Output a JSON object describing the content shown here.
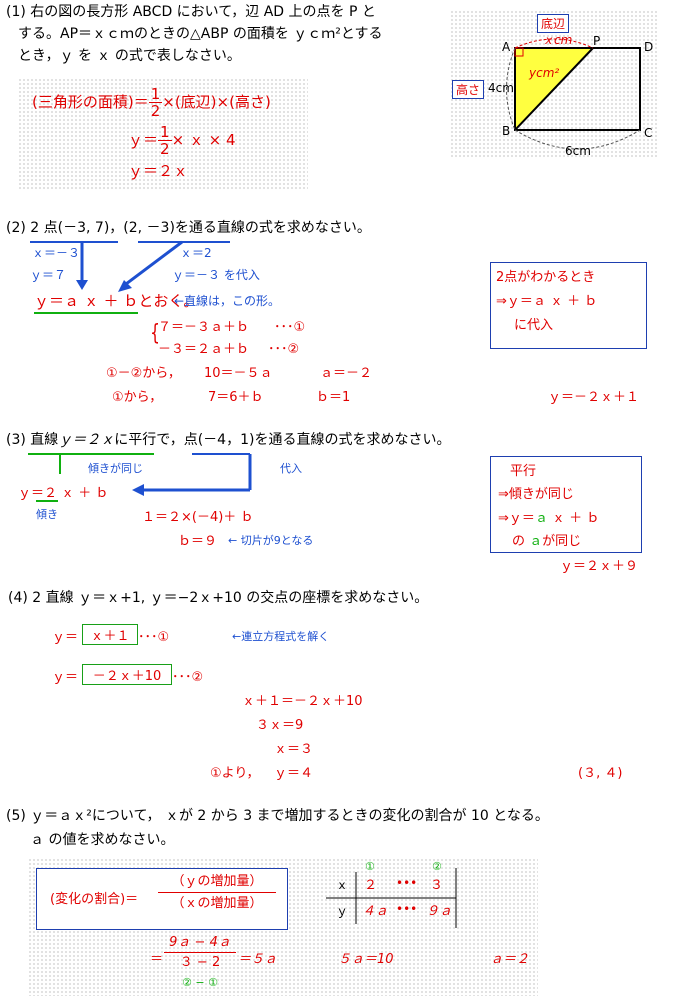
{
  "p1": {
    "q_line1": "(1)  右の図の長方形 ABCD において，辺 AD 上の点を P と",
    "q_line2": "する。AP＝ｘｃｍのときの△ABP の面積を ｙｃｍ²とする",
    "q_line3": "とき，ｙ を ｘ の式で表しなさい。",
    "formula_lhs": "(三角形の面積)＝",
    "formula_rhs": "×(底辺)×(高さ)",
    "frac_num": "1",
    "frac_den": "2",
    "step1_lhs": "ｙ＝",
    "step1_rhs": "×  ｘ  ×  4",
    "step2": "ｙ＝２ｘ",
    "figure": {
      "label_base": "底辺",
      "label_height": "高さ",
      "label_x": "ｘcm",
      "label_area": "ycm²",
      "label_4cm": "4cm",
      "label_6cm": "6cm",
      "A": "A",
      "B": "B",
      "C": "C",
      "D": "D",
      "P": "P"
    }
  },
  "p2": {
    "q": "(2)  2 点(－3,  7)，(2,  －3)を通る直線の式を求めなさい。",
    "x1": "ｘ＝－３",
    "y1": "ｙ＝７",
    "x2": "ｘ＝2",
    "y2": "ｙ＝－３  を代入",
    "template": "ｙ＝ａ ｘ ＋ ｂ",
    "template_suffix": "とおく。",
    "note": "←直線は，この形。",
    "eq1": "７＝－３ａ＋ｂ",
    "eq1_mark": "･･･①",
    "eq2": "－３＝２ａ＋ｂ",
    "eq2_mark": "･･･②",
    "step1a": "①－②から，",
    "step1b": "10＝－５ａ",
    "step1c": "ａ＝－２",
    "step2a": "①から，",
    "step2b": "7＝6＋ｂ",
    "step2c": "ｂ＝1",
    "box_line1": "2点がわかるとき",
    "box_line2": "⇒ｙ＝ａ ｘ ＋ ｂ",
    "box_line3": "に代入",
    "answer": "ｙ＝－２ｘ＋１"
  },
  "p3": {
    "q_prefix": "(3)  直線",
    "q_eq": "ｙ＝２ｘ",
    "q_suffix": "に平行で，点(－4，1)を通る直線の式を求めなさい。",
    "note_slope": "傾きが同じ",
    "note_sub": "代入",
    "eq": "ｙ＝２ ｘ ＋ ｂ",
    "label_slope": "傾き",
    "calc1": "１＝２×(－4)＋ ｂ",
    "calc2": "ｂ＝９",
    "calc2_note": "←  切片が9となる",
    "box_line1": "平行",
    "box_line2": "⇒傾きが同じ",
    "box_line3_pre": "⇒ｙ＝",
    "box_line3_a": "ａ",
    "box_line3_post": " ｘ ＋ ｂ",
    "box_line4_pre": "の ",
    "box_line4_a": "ａ",
    "box_line4_post": "が同じ",
    "answer": "ｙ＝２ｘ＋９"
  },
  "p4": {
    "q": "(4)   2 直線 ｙ＝ｘ+1,  ｙ＝−2ｘ+10 の交点の座標を求めなさい。",
    "eq1_lhs": "ｙ＝",
    "eq1_box": "ｘ＋１",
    "eq1_mark": "･･･①",
    "note": "←連立方程式を解く",
    "eq2_lhs": "ｙ＝",
    "eq2_box": "－２ｘ＋10",
    "eq2_mark": "･･･②",
    "s1": "ｘ＋１＝－２ｘ＋10",
    "s2": "３ｘ＝9",
    "s3": "ｘ＝３",
    "s4a": "①より，",
    "s4b": "ｙ＝４",
    "answer": "(３,  ４)"
  },
  "p5": {
    "q_line1": "(5)  ｙ＝ａｘ²について，  ｘが 2 から 3 まで増加するときの変化の割合が 10 となる。",
    "q_line2": "ａ の値を求めなさい。",
    "def_lhs": "(変化の割合)＝",
    "def_num": "（ｙの増加量）",
    "def_den": "（ｘの増加量）",
    "tbl_x": "ｘ",
    "tbl_y": "ｙ",
    "tbl_x1": "２",
    "tbl_x2": "３",
    "tbl_y1": "４ａ",
    "tbl_y2": "９ａ",
    "tbl_dots": "•••",
    "mark1": "①",
    "mark2": "②",
    "calc_eq": "＝",
    "calc_num": "9ａ − 4ａ",
    "calc_den": "３ − 2",
    "calc_res": "＝５ａ",
    "calc_under": "② − ①",
    "calc2": "５ａ＝10",
    "answer": "ａ＝２"
  }
}
